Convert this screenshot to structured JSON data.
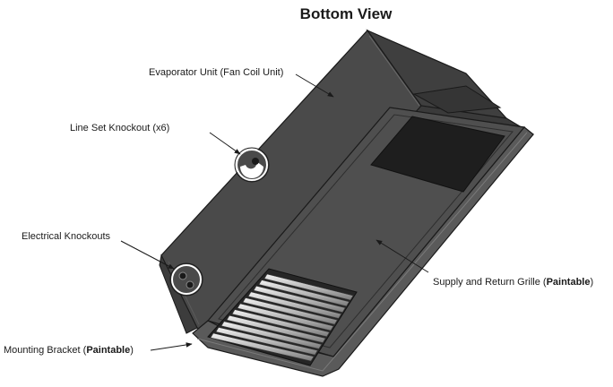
{
  "title": "Bottom View",
  "labels": {
    "evaporator": "Evaporator Unit (Fan Coil Unit)",
    "line_set": "Line Set Knockout (x6)",
    "electrical": "Electrical Knockouts",
    "grille_prefix": "Supply and Return Grille (",
    "grille_bold": "Paintable",
    "grille_suffix": ")",
    "bracket_prefix": "Mounting Bracket (",
    "bracket_bold": "Paintable",
    "bracket_suffix": ")"
  },
  "colors": {
    "unit_body": "#4a4a4a",
    "unit_dark": "#333333",
    "grille_panel": "#505050",
    "vent_opening": "#1e1e1e",
    "background": "#ffffff"
  }
}
